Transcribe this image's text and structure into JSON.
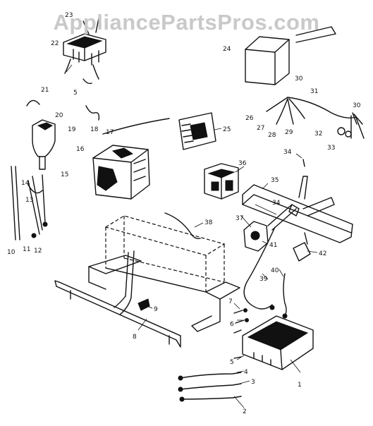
{
  "watermark": "AppliancePartsPros.com",
  "callouts": [
    "1",
    "2",
    "3",
    "4",
    "5",
    "5",
    "6",
    "7",
    "8",
    "9",
    "10",
    "11",
    "12",
    "13",
    "14",
    "15",
    "16",
    "17",
    "18",
    "19",
    "20",
    "21",
    "22",
    "23",
    "24",
    "25",
    "26",
    "27",
    "28",
    "29",
    "30",
    "30",
    "31",
    "32",
    "33",
    "34",
    "34",
    "35",
    "36",
    "37",
    "38",
    "39",
    "40",
    "41",
    "42"
  ]
}
